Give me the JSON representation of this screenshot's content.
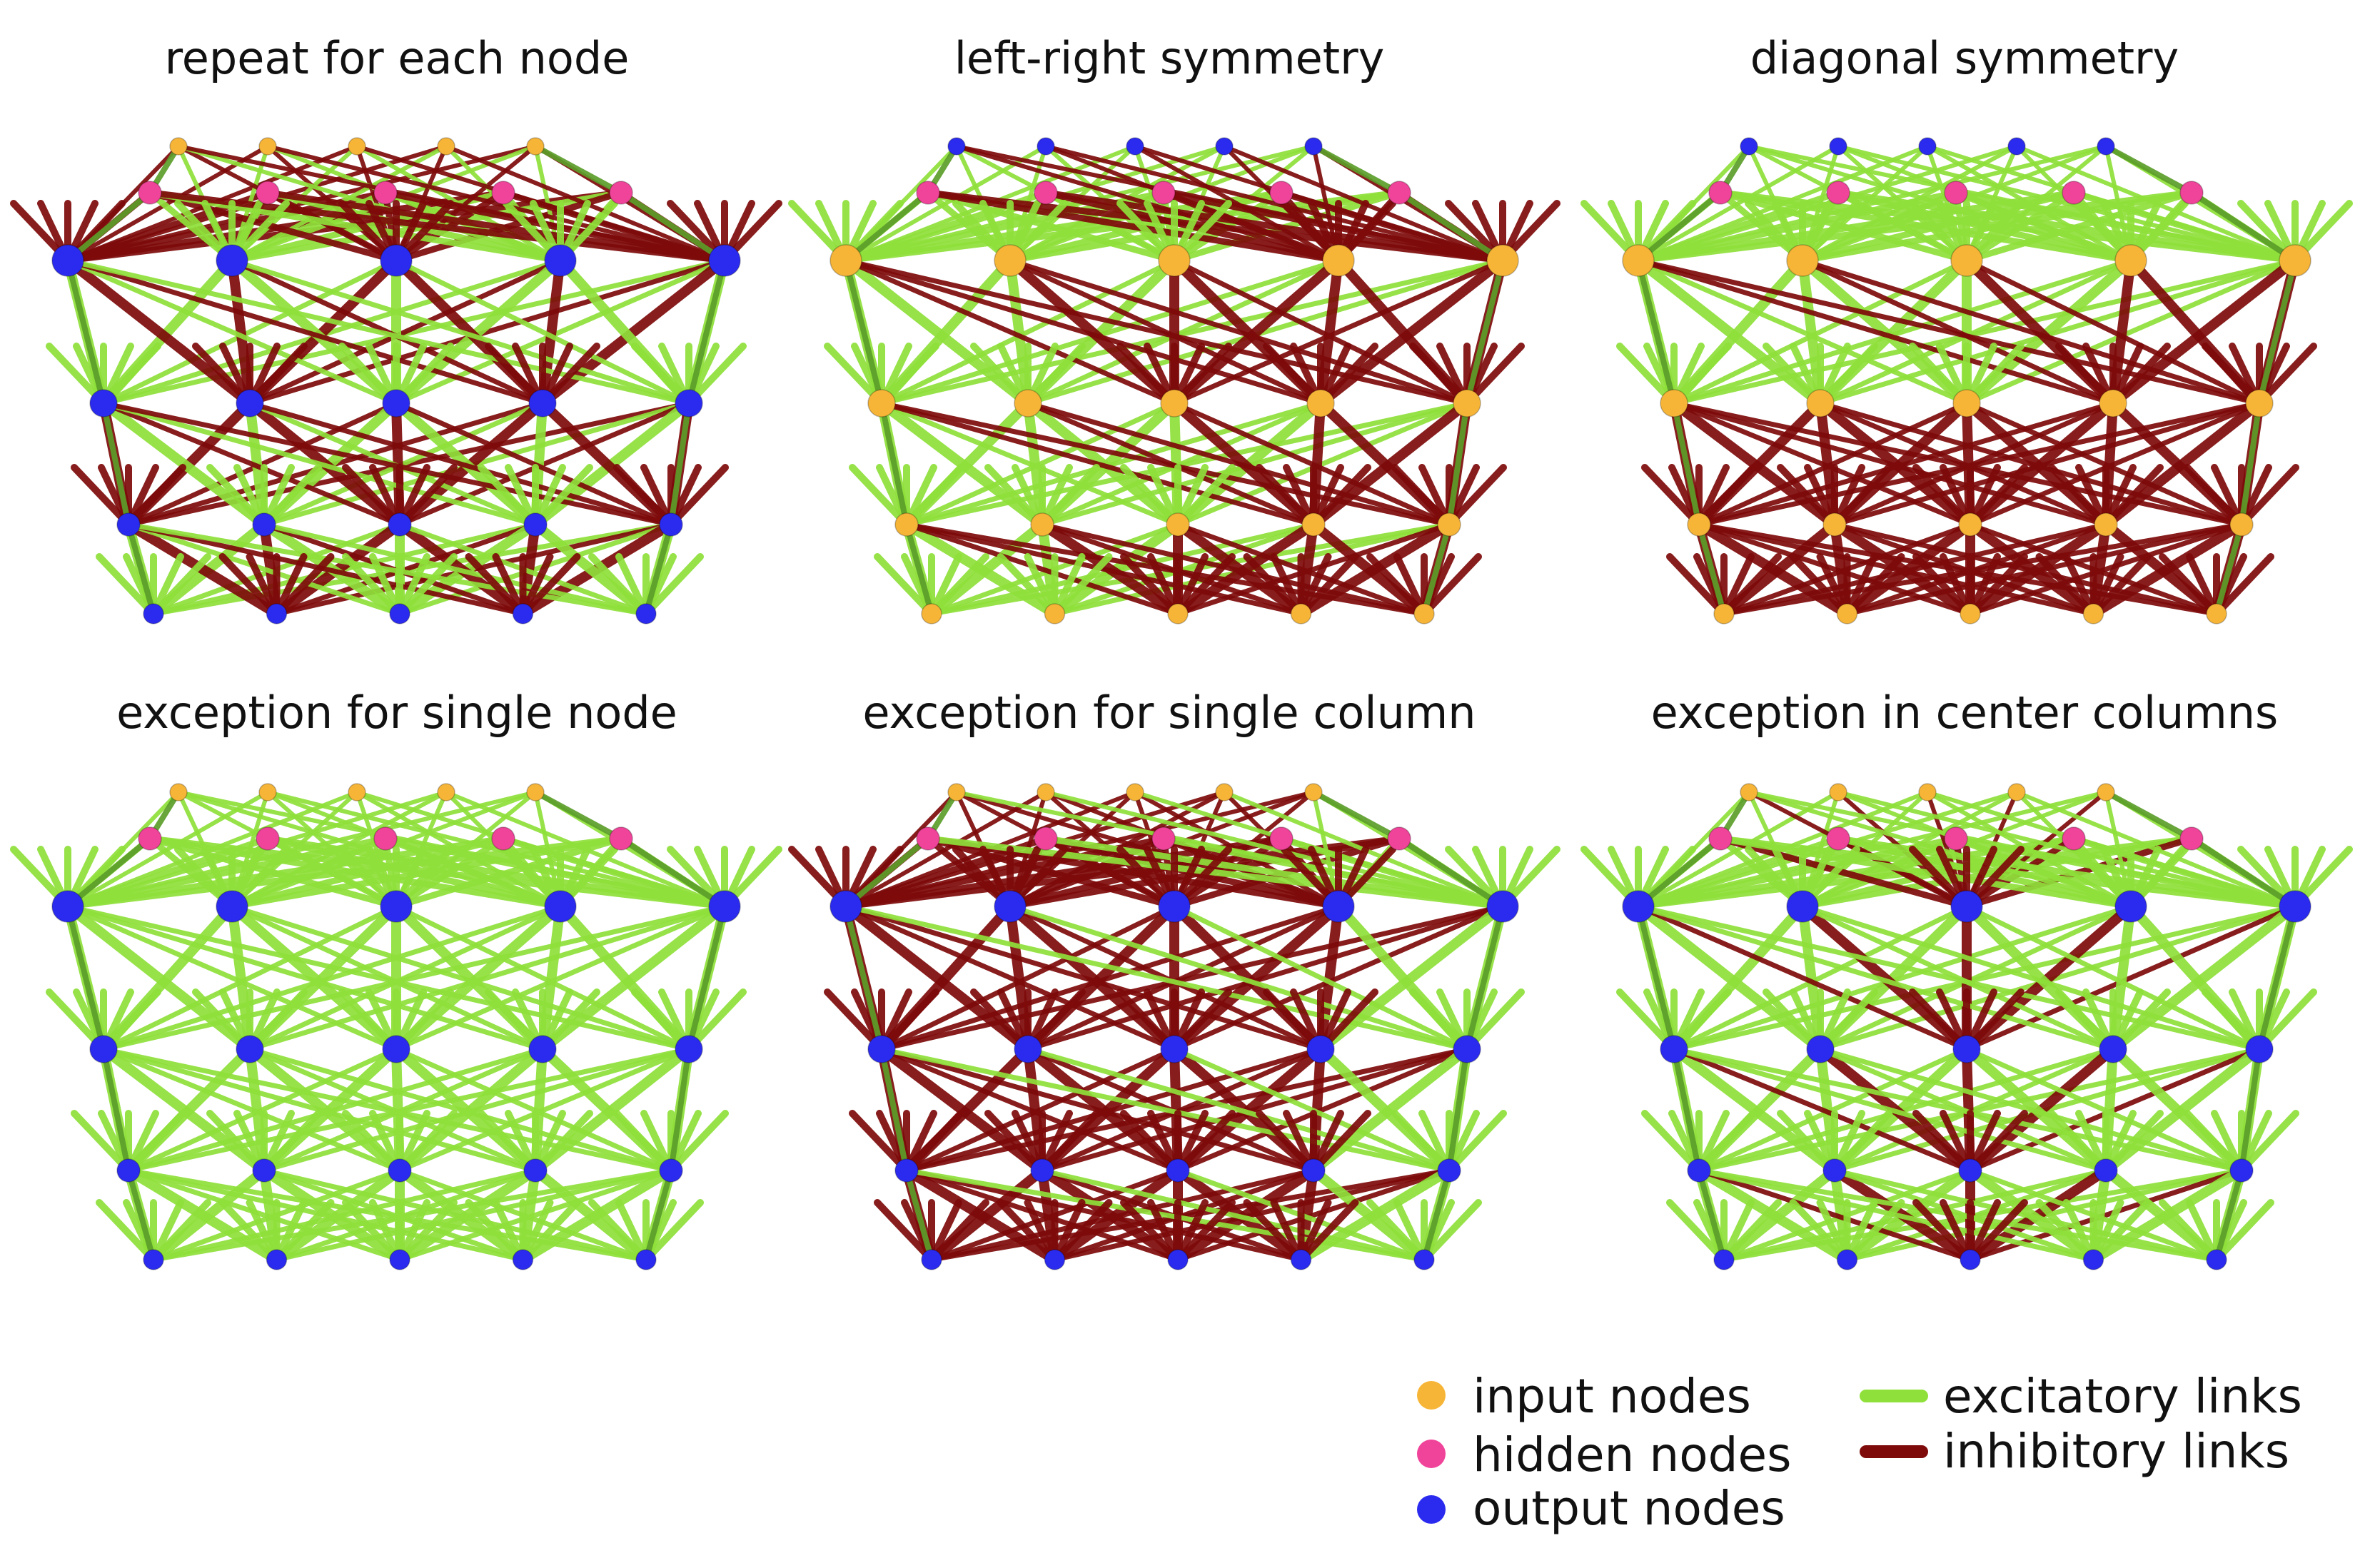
{
  "panels": [
    {
      "title": "repeat for each node",
      "mode": "repeat",
      "node_type": "output",
      "show_hidden": true
    },
    {
      "title": "left-right symmetry",
      "mode": "lr",
      "node_type": "input",
      "show_hidden": true
    },
    {
      "title": "diagonal symmetry",
      "mode": "diag",
      "node_type": "input",
      "show_hidden": true
    },
    {
      "title": "exception for single node",
      "mode": "single_node",
      "node_type": "output",
      "show_hidden": true
    },
    {
      "title": "exception for single column",
      "mode": "single_col",
      "node_type": "output",
      "show_hidden": true
    },
    {
      "title": "exception in center columns",
      "mode": "center",
      "node_type": "output",
      "show_hidden": true
    }
  ],
  "legend": {
    "input": "input nodes",
    "hidden": "hidden nodes",
    "output": "output nodes",
    "excitatory": "excitatory links",
    "inhibitory": "inhibitory links"
  },
  "colors": {
    "input": "#F7B538",
    "hidden": "#F0439A",
    "output": "#2B2BF0",
    "excitatory": "#8FE03A",
    "excitatory_dark": "#5C9E2A",
    "inhibitory": "#7E0A0A"
  }
}
